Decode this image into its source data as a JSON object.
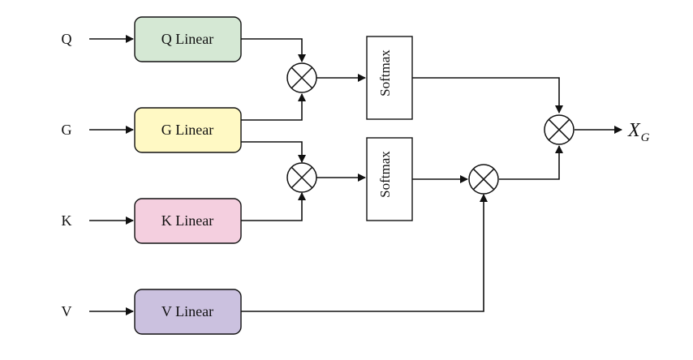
{
  "inputs": {
    "q": "Q",
    "g": "G",
    "k": "K",
    "v": "V"
  },
  "linear_layers": {
    "q": {
      "label": "Q Linear",
      "color": "#d5e8d4"
    },
    "g": {
      "label": "G Linear",
      "color": "#fff9c4"
    },
    "k": {
      "label": "K Linear",
      "color": "#f4cfdf"
    },
    "v": {
      "label": "V Linear",
      "color": "#cbc1df"
    }
  },
  "softmax": {
    "top": "Softmax",
    "bottom": "Softmax"
  },
  "output": {
    "base": "X",
    "subscript": "G"
  }
}
